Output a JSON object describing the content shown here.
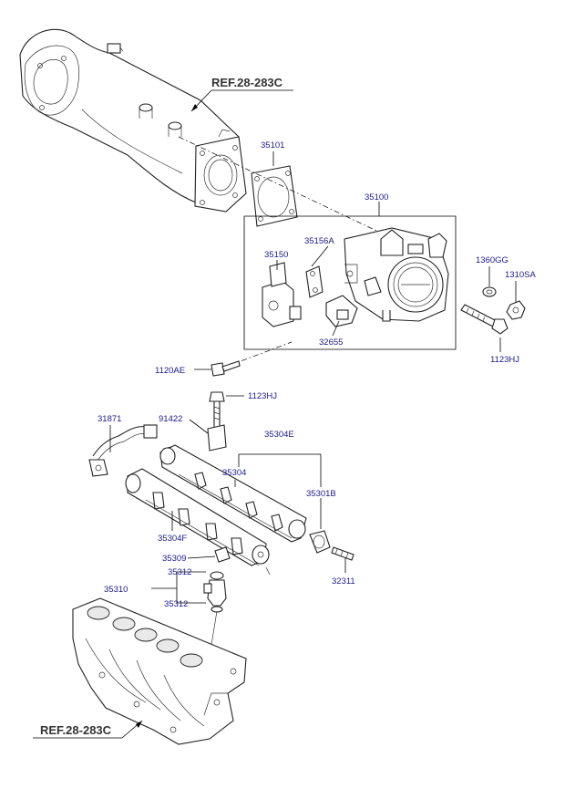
{
  "diagram": {
    "ref_labels": {
      "top": "REF.28-283C",
      "bottom": "REF.28-283C"
    },
    "parts": {
      "p35101": "35101",
      "p35100": "35100",
      "p35150": "35150",
      "p35156A": "35156A",
      "p32655": "32655",
      "p1360GG": "1360GG",
      "p1310SA": "1310SA",
      "p1123HJ_a": "1123HJ",
      "p1120AE": "1120AE",
      "p1123HJ_b": "1123HJ",
      "p31871": "31871",
      "p91422": "91422",
      "p35304E": "35304E",
      "p35304": "35304",
      "p35301B": "35301B",
      "p35304F": "35304F",
      "p35309": "35309",
      "p35312_a": "35312",
      "p35310": "35310",
      "p35312_b": "35312",
      "p32311": "32311"
    }
  }
}
